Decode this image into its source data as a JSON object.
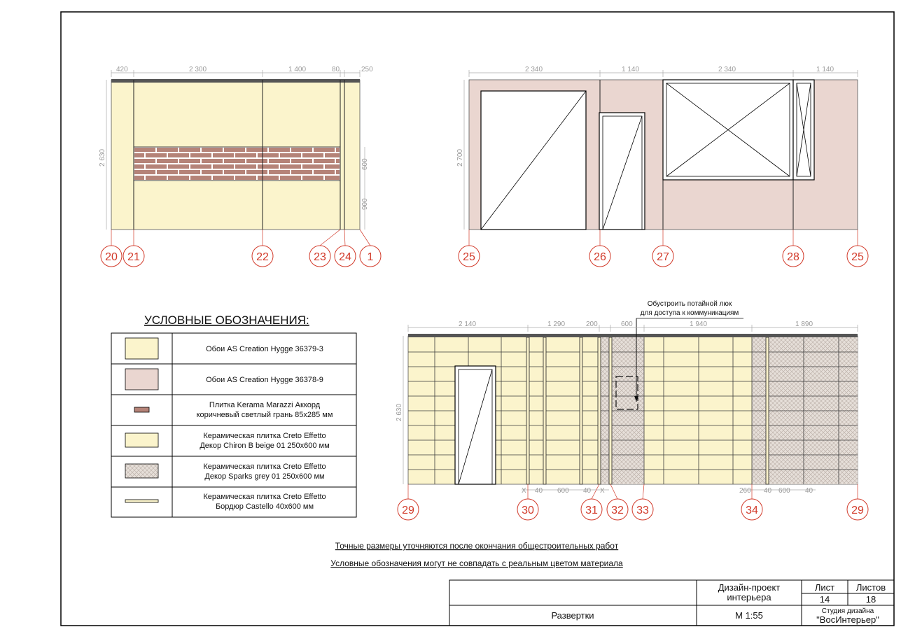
{
  "colors": {
    "wallpaper_yellow": "#fbf4cc",
    "wallpaper_pink": "#ead6d0",
    "brick": "#b58378",
    "tile_beige": "#fbf4cc",
    "tile_grey": "#e0d8d2",
    "axis_red": "#d23a2a",
    "dim_grey": "#9a9a9a",
    "header_dark": "#555555"
  },
  "elevation_a": {
    "dims_top": [
      "420",
      "2 300",
      "1 400",
      "80",
      "250"
    ],
    "height": "2 630",
    "dims_right": [
      "600",
      "900"
    ],
    "axes": [
      "20",
      "21",
      "22",
      "23",
      "24",
      "1"
    ]
  },
  "elevation_b": {
    "dims_top": [
      "2 340",
      "1 140",
      "2 340",
      "1 140"
    ],
    "height": "2 700",
    "axes": [
      "25",
      "26",
      "27",
      "28",
      "25"
    ]
  },
  "elevation_c": {
    "note_line1": "Обустроить потайной люк",
    "note_line2": "для доступа к коммуникациям",
    "dims_top": [
      "2 140",
      "1 290",
      "200",
      "600",
      "1 940",
      "1 890"
    ],
    "height": "2 630",
    "dims_bottom": [
      "X",
      "40",
      "600",
      "40",
      "X",
      "260",
      "40",
      "600",
      "40"
    ],
    "axes": [
      "29",
      "30",
      "31",
      "32",
      "33",
      "34",
      "29"
    ]
  },
  "legend": {
    "title": "УСЛОВНЫЕ ОБОЗНАЧЕНИЯ:",
    "items": [
      {
        "type": "wallpaper-yellow",
        "lines": [
          "Обои AS Creation Hygge 36379-3"
        ]
      },
      {
        "type": "wallpaper-pink",
        "lines": [
          "Обои AS Creation Hygge 36378-9"
        ]
      },
      {
        "type": "brick-tile",
        "lines": [
          "Плитка Kerama Marazzi Аккорд",
          "коричневый светлый грань 85х285 мм"
        ]
      },
      {
        "type": "beige-tile",
        "lines": [
          "Керамическая плитка Creto Effetto",
          "Декор Chiron B beige 01 250x600 мм"
        ]
      },
      {
        "type": "grey-tile",
        "lines": [
          "Керамическая плитка Creto Effetto",
          "Декор Sparks grey 01 250x600 мм"
        ]
      },
      {
        "type": "border-strip",
        "lines": [
          "Керамическая плитка Creto Effetto",
          "Бордюр Castello 40x600 мм"
        ]
      }
    ]
  },
  "notes": [
    "Точные размеры уточняются после окончания общестроительных работ",
    "Условные обозначения могут не совпадать с реальным цветом материала"
  ],
  "title_block": {
    "project": [
      "Дизайн-проект",
      "интерьера"
    ],
    "sheet_label": "Лист",
    "sheet_value": "14",
    "sheets_label": "Листов",
    "sheets_value": "18",
    "sheet_name": "Развертки",
    "scale": "М 1:55",
    "studio_line1": "Студия дизайна",
    "studio_line2": "\"ВосИнтерьер\""
  }
}
